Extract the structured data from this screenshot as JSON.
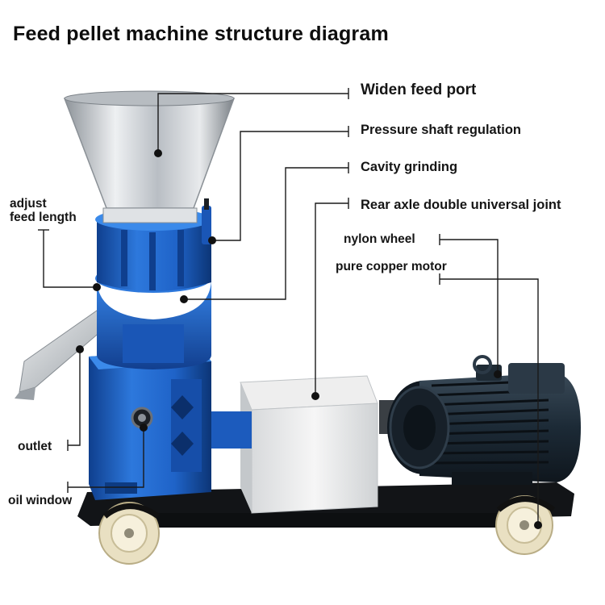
{
  "title": "Feed pellet machine structure diagram",
  "labels": {
    "widen_feed_port": "Widen feed port",
    "pressure_shaft_regulation": "Pressure shaft regulation",
    "cavity_grinding": "Cavity grinding",
    "rear_axle_joint": "Rear axle double universal joint",
    "nylon_wheel": "nylon wheel",
    "pure_copper_motor": "pure copper motor",
    "adjust_feed_length_line1": "adjust",
    "adjust_feed_length_line2": "feed length",
    "outlet": "outlet",
    "oil_window": "oil window"
  },
  "colors": {
    "machine_blue": "#1f63c8",
    "machine_blue_dark": "#0f3f8e",
    "hopper_steel": "#c9cdd2",
    "frame_black": "#17191c",
    "motor_dark": "#1c2a36",
    "wheel_cream": "#f1ead0",
    "leader_line": "#1a1a1a"
  }
}
